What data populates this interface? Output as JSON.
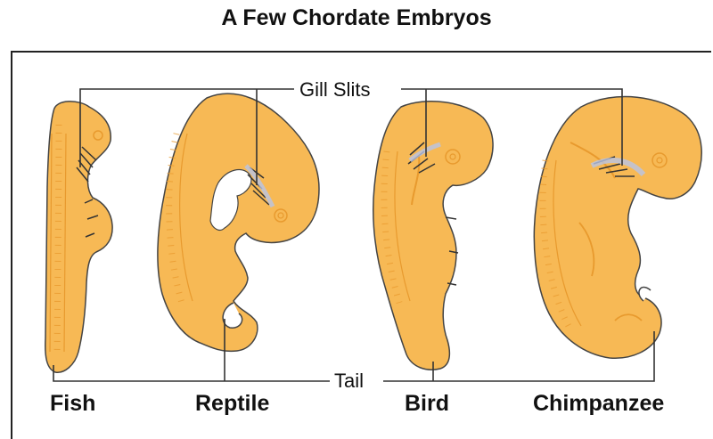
{
  "title": "A Few Chordate Embryos",
  "callouts": {
    "gill": "Gill Slits",
    "tail": "Tail"
  },
  "embryos": [
    {
      "name": "Fish"
    },
    {
      "name": "Reptile"
    },
    {
      "name": "Bird"
    },
    {
      "name": "Chimpanzee"
    }
  ],
  "colors": {
    "body": "#f7b955",
    "outline": "#444444",
    "gill": "#b8c4e6",
    "marks": "#e89a2e"
  }
}
